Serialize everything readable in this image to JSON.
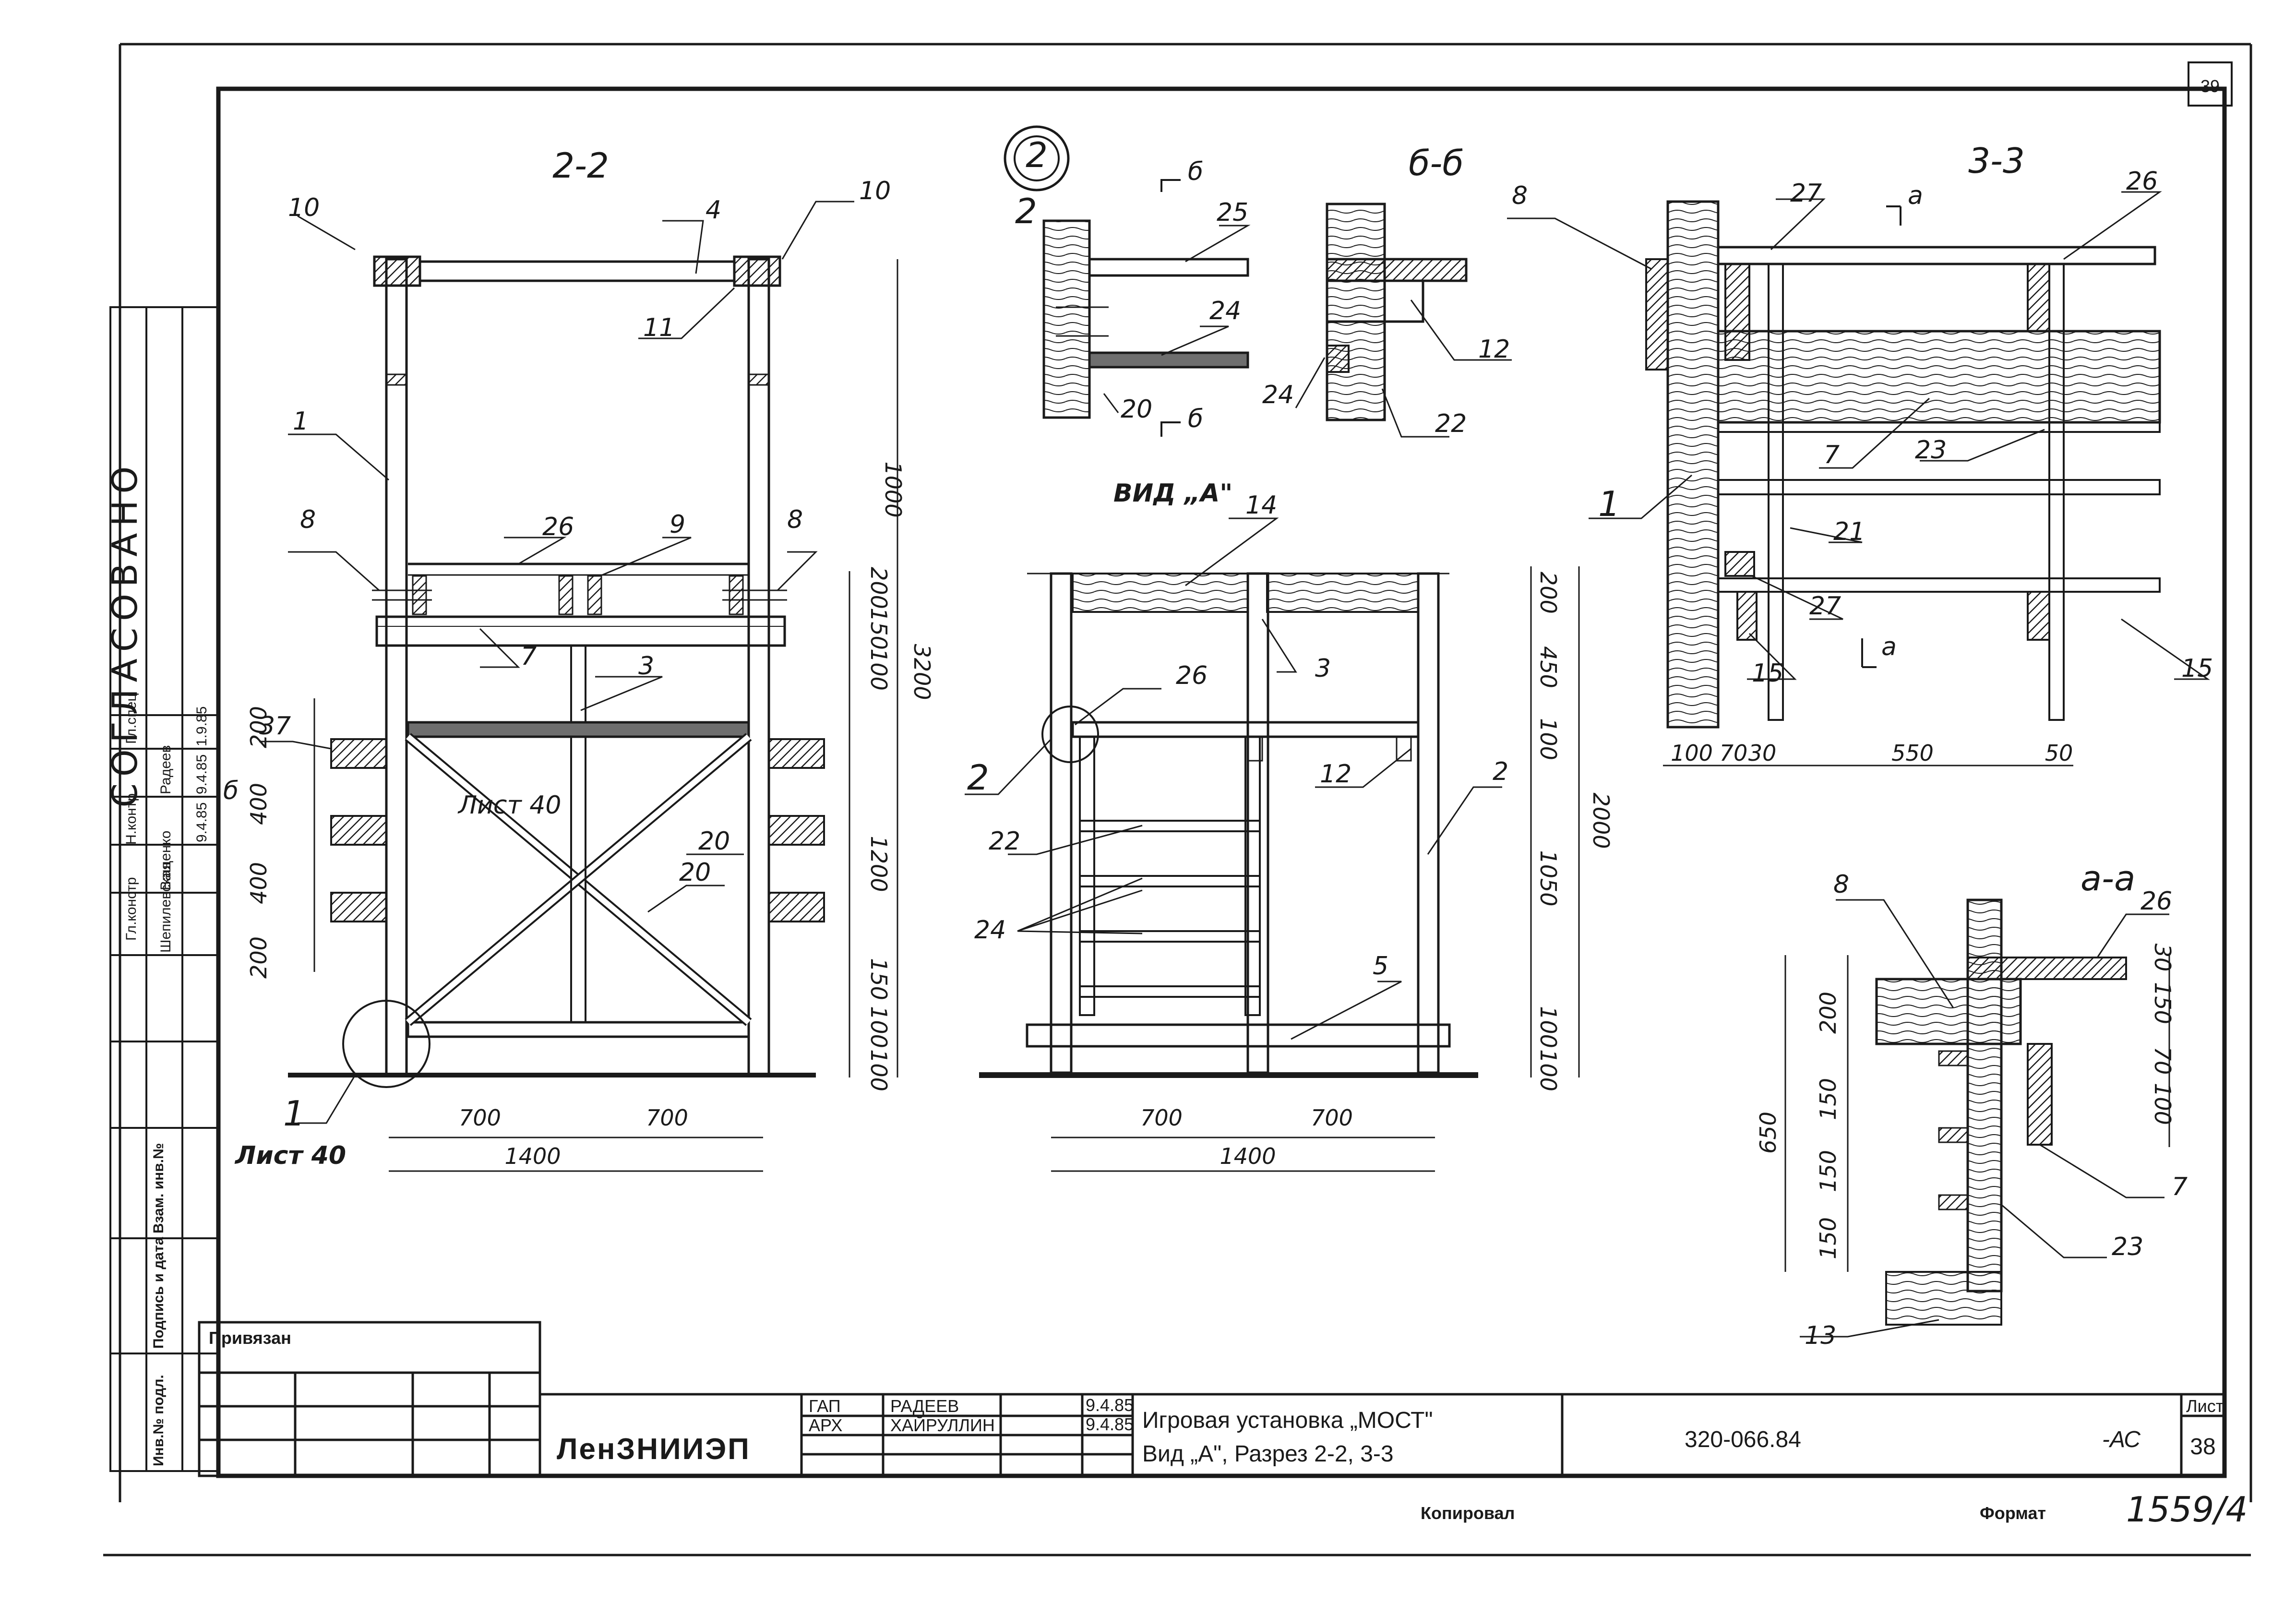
{
  "sheet": {
    "corner_number": "39",
    "agreed_label": "СОГЛАСОВАНО",
    "side_stamp": {
      "roles": [
        "Гл.спец",
        "Н.контр",
        "Гл.констр"
      ],
      "names": [
        "Радеев",
        "Ващенко",
        "Шепилевская"
      ],
      "dates": [
        "1.9.85",
        "9.4.85",
        "9.4.85"
      ]
    },
    "side_columns": [
      "Инв.№ подл.",
      "Подпись и дата",
      "Взам. инв.№"
    ],
    "colors": {
      "ink": "#1a1a1a",
      "paper": "#ffffff",
      "section_fill": "#6e6e6e"
    }
  },
  "views": {
    "section_2_2": {
      "title": "2-2",
      "callouts": [
        "10",
        "4",
        "10",
        "11",
        "1",
        "26",
        "9",
        "8",
        "8",
        "7",
        "3",
        "37",
        "20",
        "20",
        "1"
      ],
      "sheet_ref": "Лист 40",
      "detail_ref": "Лист 40",
      "section_mark": "б",
      "dims_vertical": [
        "200",
        "400",
        "400",
        "200",
        "1000",
        "200",
        "150",
        "100",
        "1200",
        "150",
        "100",
        "100",
        "3200"
      ],
      "dims_horizontal": [
        "700",
        "700",
        "1400"
      ]
    },
    "node_2": {
      "node_number": "2",
      "callouts": [
        "2",
        "25",
        "24",
        "20"
      ],
      "section_letters": [
        "б",
        "б"
      ]
    },
    "section_b_b": {
      "title": "б-б",
      "callouts": [
        "12",
        "24",
        "22"
      ]
    },
    "view_a": {
      "title": "ВИД „А\"",
      "callouts": [
        "14",
        "26",
        "3",
        "2",
        "12",
        "2",
        "22",
        "24",
        "5"
      ],
      "dims_vertical": [
        "200",
        "450",
        "100",
        "1050",
        "100",
        "100",
        "2000"
      ],
      "dims_horizontal": [
        "700",
        "700",
        "1400"
      ]
    },
    "section_3_3": {
      "title": "3-3",
      "callouts": [
        "8",
        "27",
        "26",
        "7",
        "23",
        "1",
        "21",
        "27",
        "15",
        "15"
      ],
      "section_letters": [
        "а",
        "а"
      ],
      "dims_horizontal": [
        "100",
        "70",
        "30",
        "550",
        "50"
      ]
    },
    "section_a_a": {
      "title": "а-а",
      "callouts": [
        "8",
        "26",
        "7",
        "23",
        "13"
      ],
      "dims_left": [
        "200",
        "150",
        "150",
        "150",
        "650"
      ],
      "dims_right": [
        "30",
        "150",
        "70",
        "100"
      ]
    }
  },
  "title_block": {
    "bound_label": "Привязан",
    "org": "ЛенЗНИИЭП",
    "roles": [
      "ГАП",
      "АРХ"
    ],
    "names": [
      "РАДЕЕВ",
      "ХАЙРУЛЛИН"
    ],
    "dates": [
      "9.4.85",
      "9.4.85"
    ],
    "title_line1": "Игровая установка „МОСТ\"",
    "title_line2": "Вид „А\", Разрез 2-2, 3-3",
    "doc_number": "320-066.84",
    "mark": "-АС",
    "sheet_label": "Лист",
    "sheet_number": "38"
  },
  "footer": {
    "copied_label": "Копировал",
    "format_label": "Формат",
    "handwritten_code": "1559/4"
  }
}
